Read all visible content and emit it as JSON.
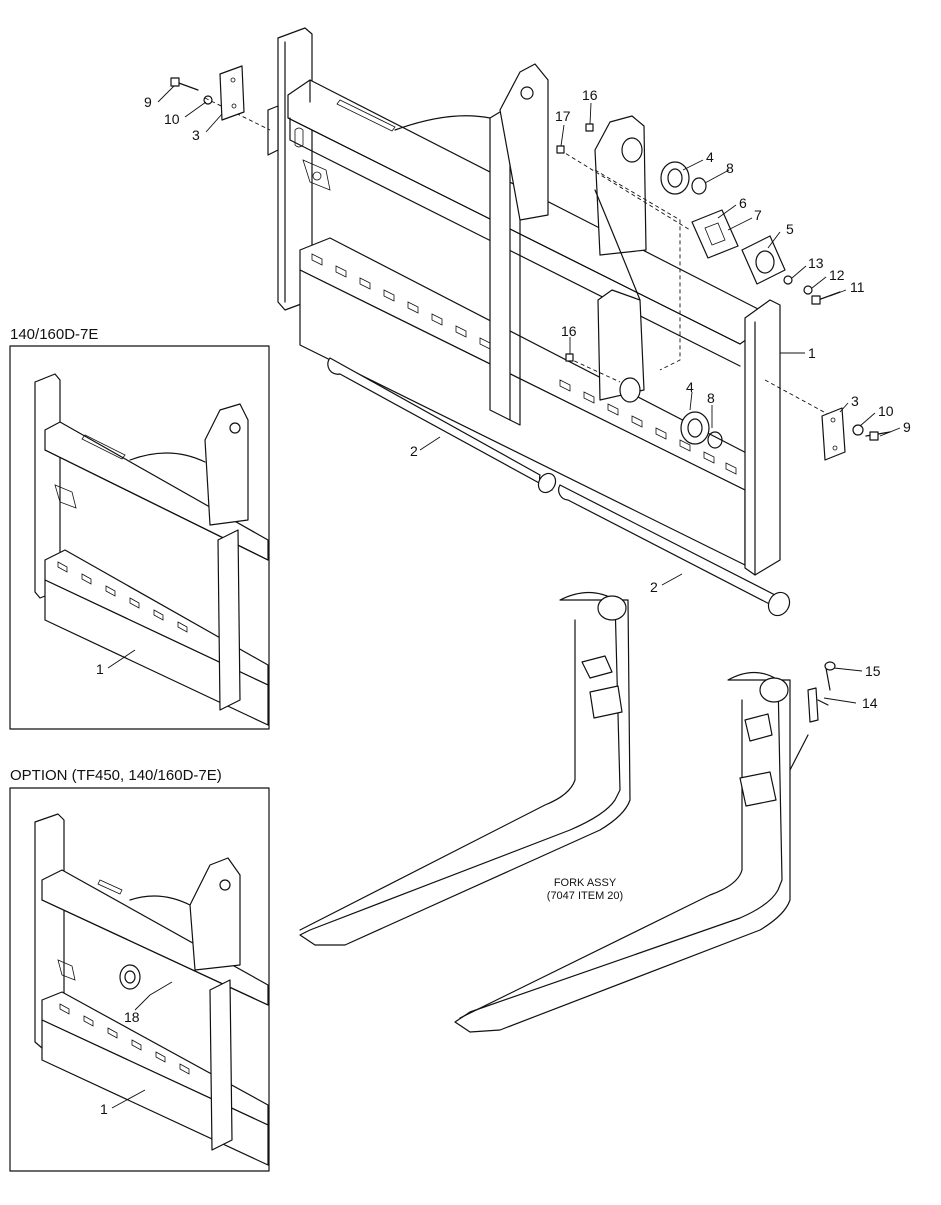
{
  "insets": {
    "inset1": {
      "title": "140/160D-7E",
      "callouts": [
        "1"
      ]
    },
    "inset2": {
      "title": "OPTION (TF450, 140/160D-7E)",
      "callouts": [
        "18",
        "1"
      ]
    }
  },
  "fork_assembly": {
    "line1": "FORK ASSY",
    "line2": "(7047 ITEM 20)"
  },
  "callouts": {
    "c9a": "9",
    "c10a": "10",
    "c3a": "3",
    "c16a": "16",
    "c17": "17",
    "c4a": "4",
    "c8a": "8",
    "c6": "6",
    "c7": "7",
    "c5": "5",
    "c13": "13",
    "c12": "12",
    "c11": "11",
    "c1a": "1",
    "c16b": "16",
    "c4b": "4",
    "c8b": "8",
    "c3b": "3",
    "c10b": "10",
    "c9b": "9",
    "c2a": "2",
    "c2b": "2",
    "c15": "15",
    "c14": "14"
  },
  "colors": {
    "line": "#111111",
    "background": "#ffffff"
  }
}
